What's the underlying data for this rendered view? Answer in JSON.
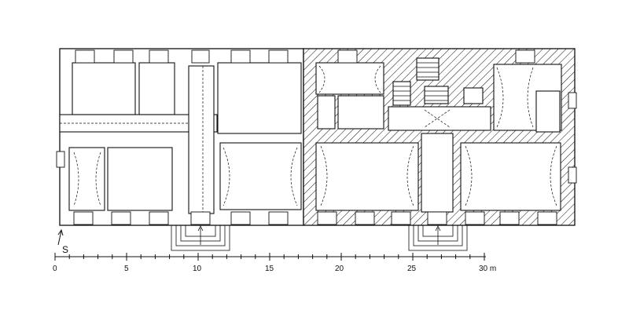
{
  "north_arrow": {
    "label": "S"
  },
  "scale_bar": {
    "labels": [
      "0",
      "5",
      "10",
      "15",
      "20",
      "25",
      "30 m"
    ]
  }
}
